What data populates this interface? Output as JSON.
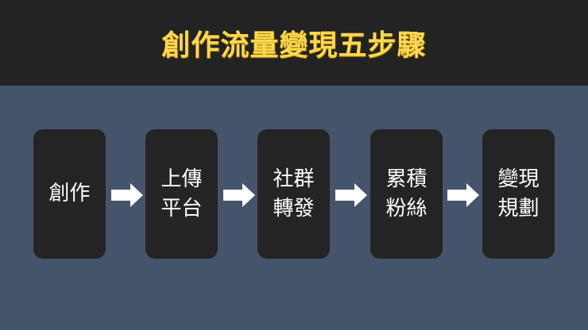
{
  "header": {
    "title": "創作流量變現五步驟"
  },
  "steps": [
    {
      "lines": [
        "創作"
      ]
    },
    {
      "lines": [
        "上傳",
        "平台"
      ]
    },
    {
      "lines": [
        "社群",
        "轉發"
      ]
    },
    {
      "lines": [
        "累積",
        "粉絲"
      ]
    },
    {
      "lines": [
        "變現",
        "規劃"
      ]
    }
  ],
  "colors": {
    "header_bg": "#232323",
    "body_bg": "#44546a",
    "box_bg": "#242424",
    "title": "#ffd84d",
    "arrow": "#ffffff"
  }
}
